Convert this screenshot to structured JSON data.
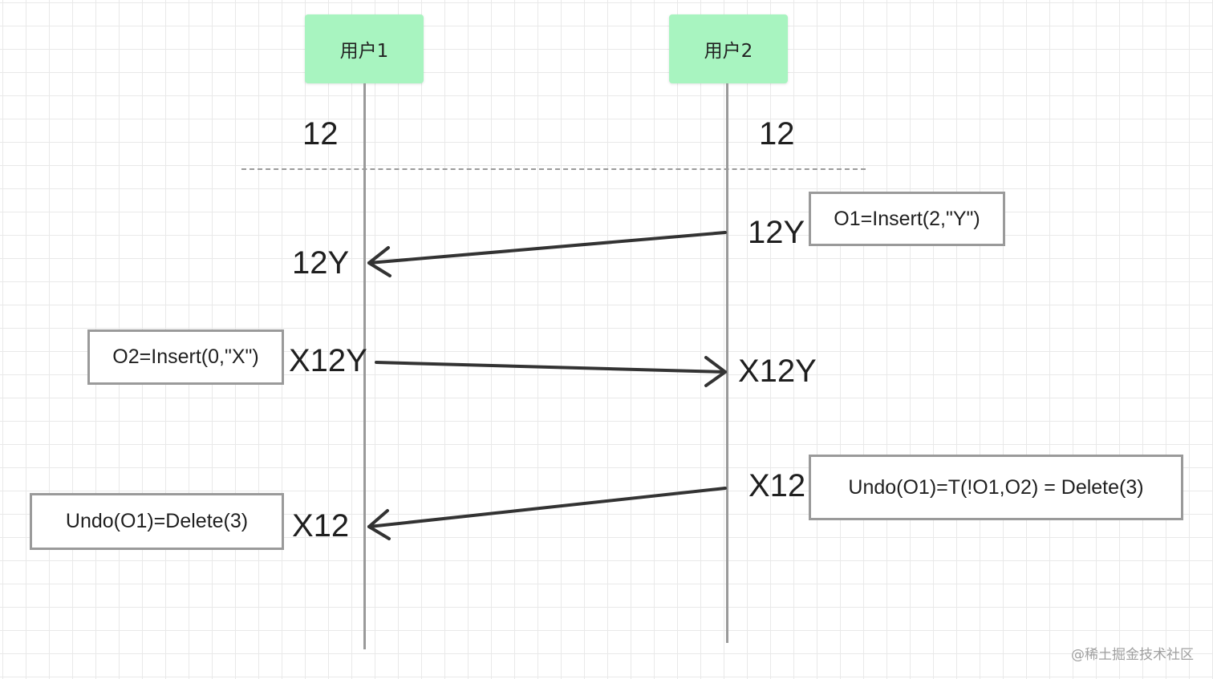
{
  "colors": {
    "actor_fill": "#a8f4c0",
    "line": "#9a9a9a",
    "arrow": "#333333",
    "text": "#1f1f1f"
  },
  "actors": {
    "user1": {
      "label": "用户1"
    },
    "user2": {
      "label": "用户2"
    }
  },
  "states": {
    "user1": [
      "12",
      "12Y",
      "X12Y",
      "X12"
    ],
    "user2": [
      "12",
      "12Y",
      "X12Y",
      "X12"
    ]
  },
  "operations": {
    "o1": "O1=Insert(2,\"Y\")",
    "o2": "O2=Insert(0,\"X\")",
    "undo_user2": "Undo(O1)=T(!O1,O2) = Delete(3)",
    "undo_user1": "Undo(O1)=Delete(3)"
  },
  "messages": [
    {
      "from": "user2",
      "to": "user1",
      "operation": "o1"
    },
    {
      "from": "user1",
      "to": "user2",
      "operation": "o2"
    },
    {
      "from": "user2",
      "to": "user1",
      "operation": "undo"
    }
  ],
  "watermark": "@稀土掘金技术社区"
}
